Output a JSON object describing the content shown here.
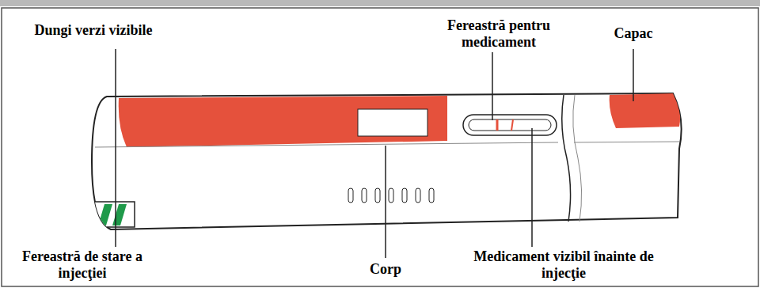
{
  "diagram": {
    "labels": [
      "Dungi verzi vizibile",
      "Fereastră pentru medicament",
      "Capac",
      "Fereastră de stare a injecţiei",
      "Corp",
      "Medicament vizibil înainte de injecţie"
    ]
  }
}
